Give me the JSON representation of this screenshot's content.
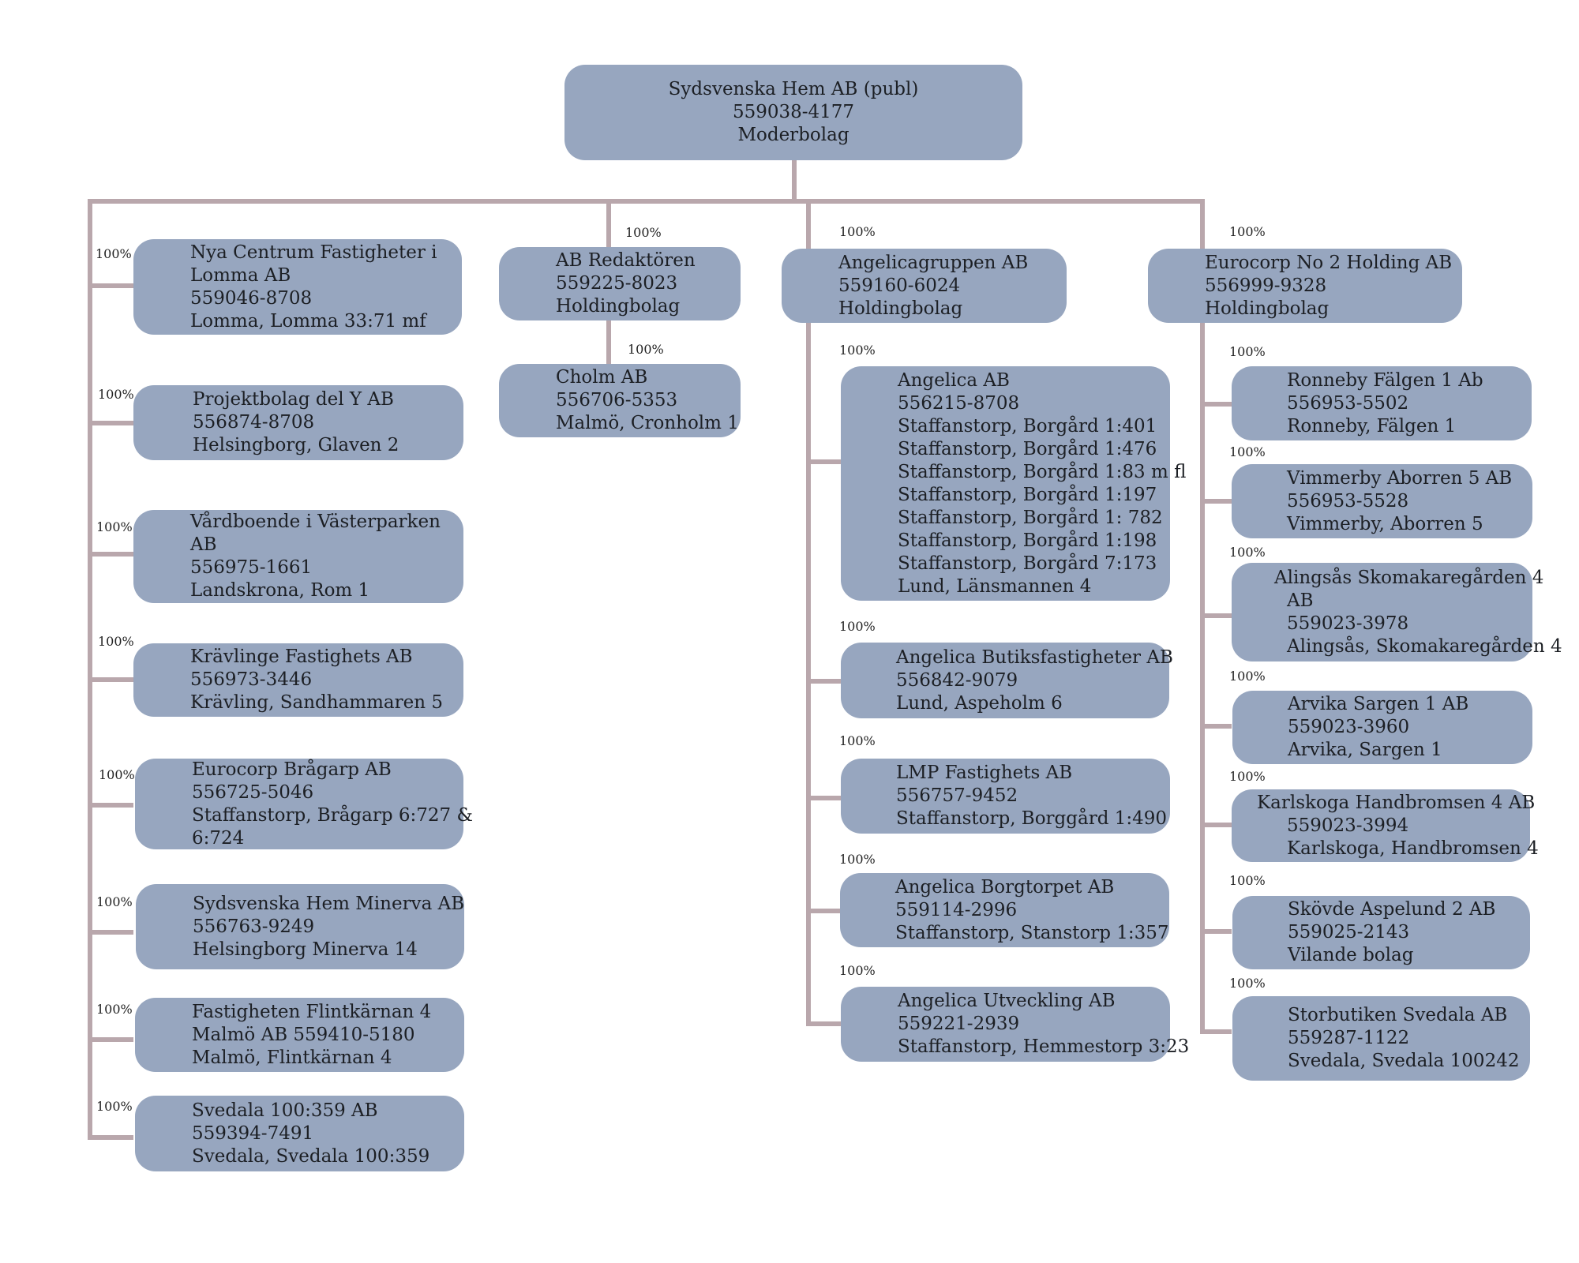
{
  "root": {
    "lines": [
      "Sydsvenska Hem AB (publ)",
      "559038-4177",
      "Moderbolag"
    ]
  },
  "col1": [
    {
      "pct": "100%",
      "lines": [
        "Nya Centrum Fastigheter i",
        "Lomma AB",
        "559046-8708",
        "Lomma, Lomma 33:71 mf"
      ]
    },
    {
      "pct": "100%",
      "lines": [
        "Projektbolag del Y AB",
        "556874-8708",
        "Helsingborg, Glaven 2"
      ]
    },
    {
      "pct": "100%",
      "lines": [
        "Vårdboende i Västerparken",
        "AB",
        "556975-1661",
        "Landskrona, Rom 1"
      ]
    },
    {
      "pct": "100%",
      "lines": [
        "Krävlinge Fastighets AB",
        "556973-3446",
        "Krävling, Sandhammaren 5"
      ]
    },
    {
      "pct": "100%",
      "lines": [
        "Eurocorp Brågarp AB",
        "556725-5046",
        "Staffanstorp, Brågarp 6:727 &",
        "6:724"
      ]
    },
    {
      "pct": "100%",
      "lines": [
        "Sydsvenska Hem Minerva AB",
        "556763-9249",
        "Helsingborg Minerva 14"
      ]
    },
    {
      "pct": "100%",
      "lines": [
        "Fastigheten Flintkärnan 4",
        "Malmö AB 559410-5180",
        "Malmö, Flintkärnan 4"
      ]
    },
    {
      "pct": "100%",
      "lines": [
        "Svedala 100:359 AB",
        "559394-7491",
        "Svedala, Svedala 100:359"
      ]
    }
  ],
  "col2": {
    "holding": {
      "pct": "100%",
      "lines": [
        "AB Redaktören",
        "559225-8023",
        "Holdingbolag"
      ]
    },
    "children": [
      {
        "pct": "100%",
        "lines": [
          "Cholm AB",
          "556706-5353",
          "Malmö, Cronholm 1"
        ]
      }
    ]
  },
  "col3": {
    "holding": {
      "pct": "100%",
      "lines": [
        "Angelicagruppen AB",
        "559160-6024",
        "Holdingbolag"
      ]
    },
    "children": [
      {
        "pct": "100%",
        "lines": [
          "Angelica AB",
          "556215-8708",
          "Staffanstorp, Borgård 1:401",
          "Staffanstorp, Borgård 1:476",
          "Staffanstorp, Borgård 1:83 m fl",
          "Staffanstorp, Borgård 1:197",
          "Staffanstorp, Borgård 1: 782",
          "Staffanstorp, Borgård 1:198",
          "Staffanstorp, Borgård 7:173",
          "Lund, Länsmannen 4"
        ]
      },
      {
        "pct": "100%",
        "lines": [
          "Angelica Butiksfastigheter AB",
          "556842-9079",
          "Lund, Aspeholm 6"
        ]
      },
      {
        "pct": "100%",
        "lines": [
          "LMP Fastighets AB",
          "556757-9452",
          "Staffanstorp, Borggård 1:490"
        ]
      },
      {
        "pct": "100%",
        "lines": [
          "Angelica Borgtorpet AB",
          "559114-2996",
          "Staffanstorp, Stanstorp 1:357"
        ]
      },
      {
        "pct": "100%",
        "lines": [
          "Angelica Utveckling AB",
          "559221-2939",
          "Staffanstorp, Hemmestorp 3:23"
        ]
      }
    ]
  },
  "col4": {
    "holding": {
      "pct": "100%",
      "lines": [
        "Eurocorp No 2 Holding AB",
        "556999-9328",
        "Holdingbolag"
      ]
    },
    "children": [
      {
        "pct": "100%",
        "lines": [
          "Ronneby Fälgen 1 Ab",
          "556953-5502",
          "Ronneby, Fälgen 1"
        ]
      },
      {
        "pct": "100%",
        "lines": [
          "Vimmerby Aborren 5 AB",
          "556953-5528",
          "Vimmerby, Aborren 5"
        ]
      },
      {
        "pct": "100%",
        "lines": [
          "Alingsås Skomakaregården 4",
          "AB",
          "559023-3978",
          "Alingsås, Skomakaregården 4"
        ]
      },
      {
        "pct": "100%",
        "lines": [
          "Arvika Sargen 1 AB",
          "559023-3960",
          "Arvika, Sargen 1"
        ]
      },
      {
        "pct": "100%",
        "lines": [
          "Karlskoga Handbromsen 4 AB",
          "559023-3994",
          "Karlskoga, Handbromsen 4"
        ]
      },
      {
        "pct": "100%",
        "lines": [
          "Skövde Aspelund 2 AB",
          "559025-2143",
          "Vilande bolag"
        ]
      },
      {
        "pct": "100%",
        "lines": [
          "Storbutiken Svedala AB",
          "559287-1122",
          "Svedala, Svedala 100242"
        ]
      }
    ]
  }
}
